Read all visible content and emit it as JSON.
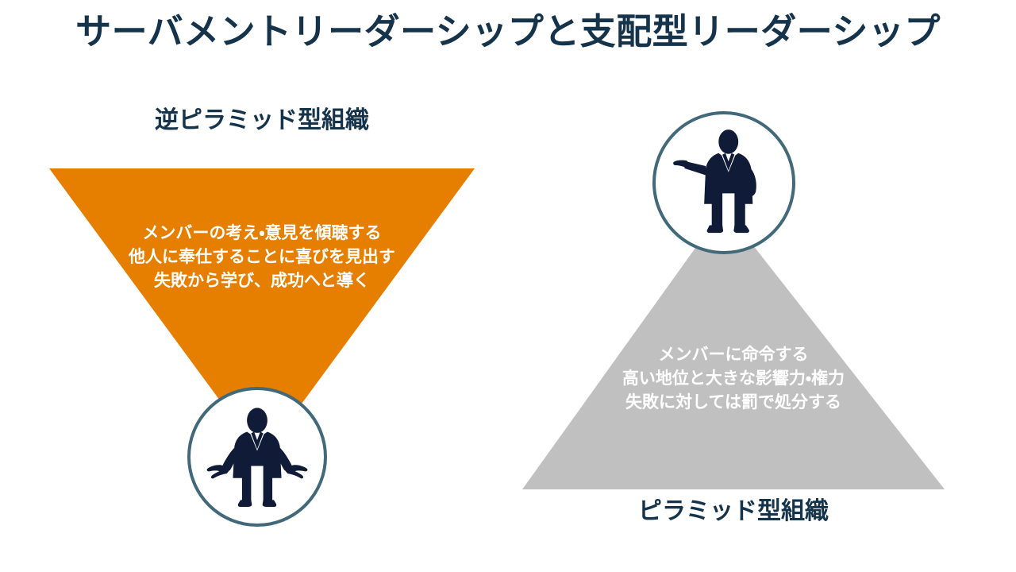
{
  "slide": {
    "title": "サーバメントリーダーシップと支配型リーダーシップ",
    "background_color": "#FFFFFF",
    "title_color": "#15344C"
  },
  "left_panel": {
    "heading": "逆ピラミッド型組織",
    "shape": "inverted-triangle",
    "shape_color": "#E67E00",
    "text_color": "#FFFFFF",
    "lines": [
      "メンバーの考え・意見を傾聴する",
      "他人に奉仕することに喜びを見出す",
      "失敗から学び、成功へと導く"
    ],
    "avatar": {
      "icon": "businessman-open-arms-icon",
      "border_color": "#41697A",
      "figure_color": "#101B38",
      "position": "bottom-apex"
    }
  },
  "right_panel": {
    "heading": "ピラミッド型組織",
    "shape": "triangle",
    "shape_color": "#C0C0C0",
    "text_color": "#FFFFFF",
    "lines": [
      "メンバーに命令する",
      "高い地位と大きな影響力・権力",
      "失敗に対しては罰で処分する"
    ],
    "avatar": {
      "icon": "businessman-pointing-icon",
      "border_color": "#41697A",
      "figure_color": "#101B38",
      "position": "top-apex"
    }
  }
}
